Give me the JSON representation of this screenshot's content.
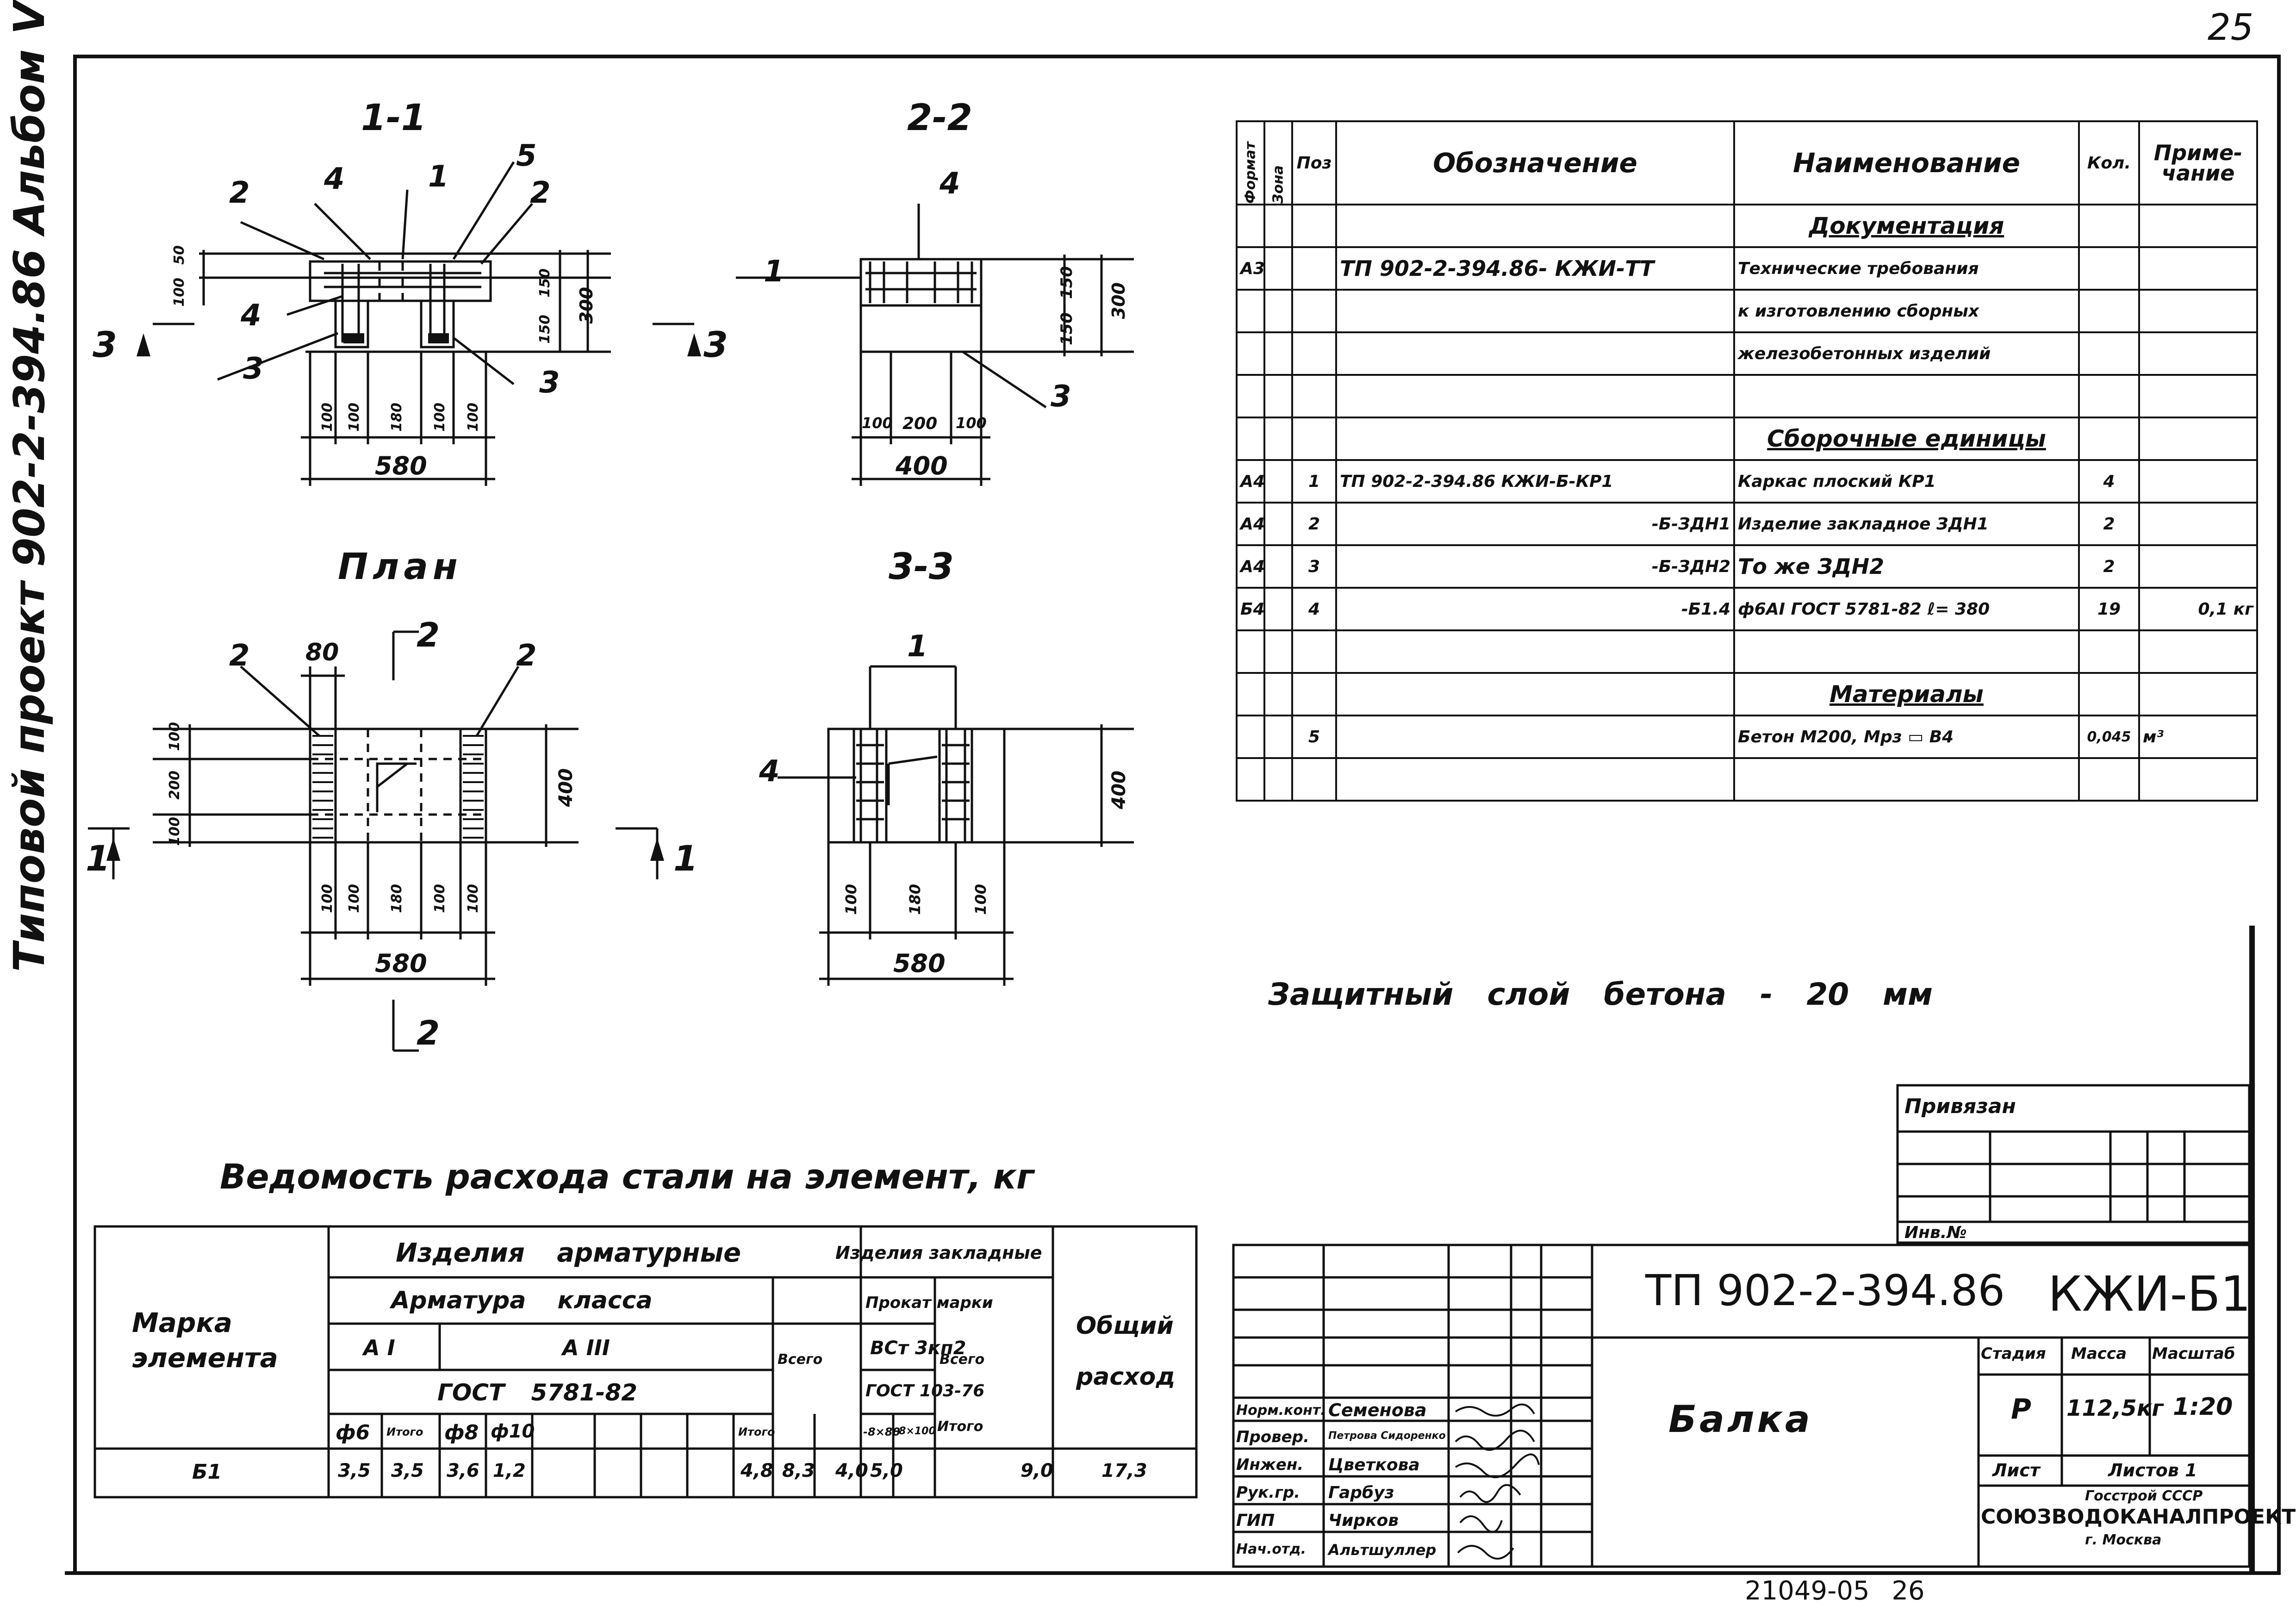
{
  "page_number": "25",
  "side_title": "Типовой проект 902-2-394.86 Альбом V",
  "sections": {
    "s11": {
      "title": "1-1",
      "marks": {
        "m2a": "2",
        "m4a": "4",
        "m1": "1",
        "m5": "5",
        "m2b": "2",
        "m4b": "4",
        "m3a": "3",
        "m3b": "3",
        "arrowL": "3",
        "arrowR": "3"
      },
      "dims_top": [
        "50",
        "100",
        "150",
        "150",
        "300"
      ],
      "dims_bottom": [
        "100",
        "100",
        "180",
        "100",
        "100"
      ],
      "total": "580"
    },
    "s22": {
      "title": "2-2",
      "marks": {
        "m4": "4",
        "m1": "1",
        "m3": "3"
      },
      "dims_right": [
        "150",
        "150",
        "300"
      ],
      "dims_bottom": [
        "100",
        "200",
        "100"
      ],
      "total": "400"
    },
    "plan": {
      "title": "План",
      "marks": {
        "m2a": "2",
        "m80": "80",
        "m2b": "2",
        "cutTop": "2",
        "cutBottom": "2",
        "arrowL": "1",
        "arrowR": "1"
      },
      "dims_left": [
        "100",
        "200",
        "100"
      ],
      "dim_right": "400",
      "dims_bottom": [
        "100",
        "100",
        "180",
        "100",
        "100"
      ],
      "total": "580"
    },
    "s33": {
      "title": "3-3",
      "marks": {
        "m1": "1",
        "m4": "4"
      },
      "dim_right": "400",
      "dims_bottom": [
        "100",
        "180",
        "100"
      ],
      "total": "580"
    }
  },
  "spec": {
    "headers": {
      "format": "Формат",
      "zone": "Зона",
      "pos": "Поз",
      "designation": "Обозначение",
      "name": "Наименование",
      "qty": "Кол.",
      "note": "Приме-чание"
    },
    "rows": [
      {
        "format": "",
        "zone": "",
        "pos": "",
        "designation": "",
        "name": "Документация",
        "qty": "",
        "note": "",
        "section": true
      },
      {
        "format": "А3",
        "zone": "",
        "pos": "",
        "designation": "ТП 902-2-394.86- КЖИ-ТТ",
        "name": "Технические требования",
        "qty": "",
        "note": ""
      },
      {
        "format": "",
        "zone": "",
        "pos": "",
        "designation": "",
        "name": "к изготовлению сборных",
        "qty": "",
        "note": ""
      },
      {
        "format": "",
        "zone": "",
        "pos": "",
        "designation": "",
        "name": "железобетонных изделий",
        "qty": "",
        "note": ""
      },
      {
        "format": "",
        "zone": "",
        "pos": "",
        "designation": "",
        "name": "",
        "qty": "",
        "note": ""
      },
      {
        "format": "",
        "zone": "",
        "pos": "",
        "designation": "",
        "name": "Сборочные единицы",
        "qty": "",
        "note": "",
        "section": true
      },
      {
        "format": "А4",
        "zone": "",
        "pos": "1",
        "designation": "ТП 902-2-394.86 КЖИ-Б-КР1",
        "name": "Каркас плоский КР1",
        "qty": "4",
        "note": ""
      },
      {
        "format": "А4",
        "zone": "",
        "pos": "2",
        "designation": "-Б-ЗДН1",
        "name": "Изделие закладное ЗДН1",
        "qty": "2",
        "note": ""
      },
      {
        "format": "А4",
        "zone": "",
        "pos": "3",
        "designation": "-Б-ЗДН2",
        "name": "То же ЗДН2",
        "qty": "2",
        "note": ""
      },
      {
        "format": "Б4",
        "zone": "",
        "pos": "4",
        "designation": "-Б1.4",
        "name": "ф6АI ГОСТ 5781-82 ℓ= 380",
        "qty": "19",
        "note": "0,1 кг"
      },
      {
        "format": "",
        "zone": "",
        "pos": "",
        "designation": "",
        "name": "",
        "qty": "",
        "note": ""
      },
      {
        "format": "",
        "zone": "",
        "pos": "",
        "designation": "",
        "name": "Материалы",
        "qty": "",
        "note": "",
        "section": true
      },
      {
        "format": "",
        "zone": "",
        "pos": "5",
        "designation": "",
        "name": "Бетон М200, Мрз ▭ В4",
        "qty": "0,045",
        "note": "м³"
      },
      {
        "format": "",
        "zone": "",
        "pos": "",
        "designation": "",
        "name": "",
        "qty": "",
        "note": ""
      }
    ]
  },
  "protective_layer": "Защитный слой бетона - 20 мм",
  "steel_title": "Ведомость расхода стали на элемент, кг",
  "steel": {
    "mark_header": "Марка элемента",
    "reinf_header": "Изделия арматурные",
    "embedded_header": "Изделия закладные",
    "total_header": "Общий расход",
    "class_header": "Арматура класса",
    "ai": "А I",
    "aiii": "А III",
    "gost_reinf": "ГОСТ 5781-82",
    "vsego": "Всего",
    "prokat": "Прокат марки",
    "vst": "ВСт 3кп2",
    "gost_prokat": "ГОСТ 103-76",
    "d6": "ф6",
    "itogo": "Итого",
    "d8": "ф8",
    "d10": "ф10",
    "p1": "-8×80",
    "p2": "-8×100",
    "values": {
      "mark": "Б1",
      "d6": "3,5",
      "itogo1": "3,5",
      "d8": "3,6",
      "d10": "1,2",
      "itogo2": "4,8",
      "vsego1": "8,3",
      "p1": "4,0",
      "p2": "5,0",
      "vsego2": "9,0",
      "total": "17,3"
    }
  },
  "stamp": {
    "privyazan": "Привязан",
    "inv": "Инв.№",
    "code": "ТП 902-2-394.86",
    "sheet_code": "КЖИ-Б1",
    "title": "Балка",
    "stage_h": "Стадия",
    "mass_h": "Масса",
    "scale_h": "Масштаб",
    "stage": "Р",
    "mass": "112,5кг",
    "scale": "1:20",
    "sheet": "Лист",
    "sheets": "Листов 1",
    "org1": "Госстрой СССР",
    "org2": "СОЮЗВОДОКАНАЛПРОЕКТ",
    "org3": "г. Москва",
    "people": [
      {
        "role": "Норм.конт.",
        "name": "Семенова"
      },
      {
        "role": "Провер.",
        "name": "Петрова Сидоренко"
      },
      {
        "role": "Инжен.",
        "name": "Цветкова"
      },
      {
        "role": "Рук.гр.",
        "name": "Гарбуз"
      },
      {
        "role": "ГИП",
        "name": "Чирков"
      },
      {
        "role": "Нач.отд.",
        "name": "Альтшуллер"
      }
    ]
  },
  "footer_number": "21049-05 26"
}
